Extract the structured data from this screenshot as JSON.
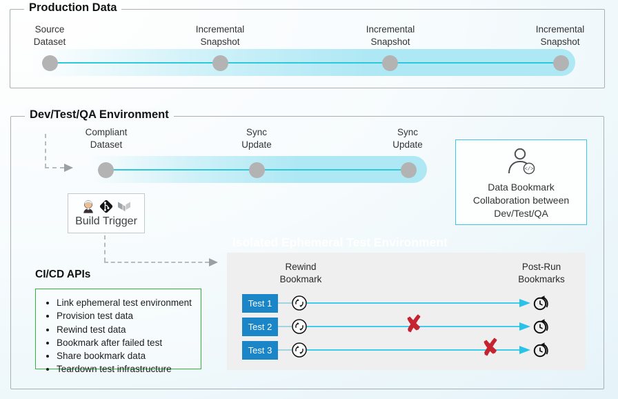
{
  "production": {
    "title": "Production Data",
    "milestones": [
      {
        "line1": "Source",
        "line2": "Dataset"
      },
      {
        "line1": "Incremental",
        "line2": "Snapshot"
      },
      {
        "line1": "Incremental",
        "line2": "Snapshot"
      },
      {
        "line1": "Incremental",
        "line2": "Snapshot"
      }
    ]
  },
  "dev": {
    "title": "Dev/Test/QA Environment",
    "milestones": [
      {
        "line1": "Compliant",
        "line2": "Dataset"
      },
      {
        "line1": "Sync",
        "line2": "Update"
      },
      {
        "line1": "Sync",
        "line2": "Update"
      }
    ],
    "build_trigger": {
      "label": "Build Trigger"
    },
    "collab_box": {
      "line1": "Data Bookmark",
      "line2": "Collaboration between",
      "line3": "Dev/Test/QA"
    },
    "cicd": {
      "title": "CI/CD APIs",
      "items": [
        "Link ephemeral test environment",
        "Provision test data",
        "Rewind test data",
        "Bookmark after failed test",
        "Share bookmark data",
        "Teardown test infrastructure"
      ]
    },
    "panel": {
      "watermark": "Isolated Ephemeral Test Environment",
      "rewind_header_line1": "Rewind",
      "rewind_header_line2": "Bookmark",
      "postrun_header_line1": "Post-Run",
      "postrun_header_line2": "Bookmarks",
      "tests": [
        {
          "label": "Test 1",
          "failed": false
        },
        {
          "label": "Test 2",
          "failed": true
        },
        {
          "label": "Test 3",
          "failed": true
        }
      ]
    }
  },
  "icons": {
    "fail_x": "✘",
    "code_badge": "</>"
  },
  "colors": {
    "timeline_band": "#aee8f4",
    "timeline_line": "#2fc8da",
    "dot_gray": "#b3b3b3",
    "test_chip_blue": "#1a86c8",
    "row_line_cyan": "#3fcbeb",
    "arrow_cyan": "#29c3ea",
    "fail_red": "#c4232f",
    "green_border": "#2fb33c",
    "collab_border": "#39c7e5",
    "panel_gray": "#efefef"
  }
}
